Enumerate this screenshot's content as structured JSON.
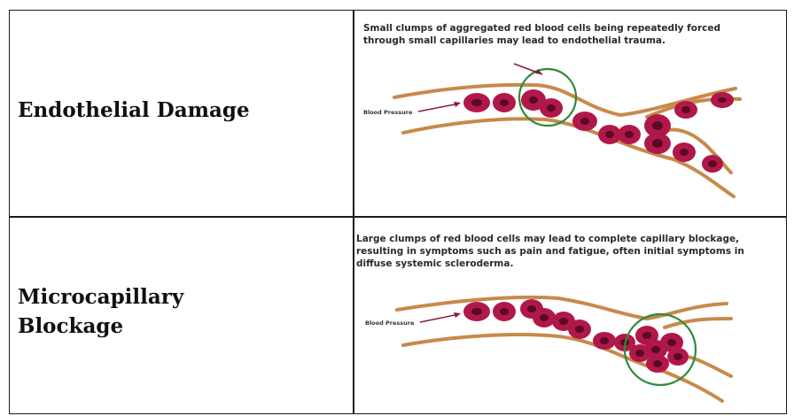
{
  "rows": [
    {
      "term": [
        "Endothelial Damage"
      ],
      "description": [
        "Small clumps of aggregated red blood cells being repeatedly forced",
        "through small capillaries may lead to endothelial trauma."
      ],
      "arrow_label": "Blood Pressure"
    },
    {
      "term": [
        "Microcapillary",
        "Blockage"
      ],
      "description": [
        "Large clumps of red blood cells may lead to complete capillary  blockage,",
        "resulting in symptoms such as pain and fatigue, often initial symptoms in",
        "diffuse systemic scleroderma."
      ],
      "arrow_label": "Blood Pressure"
    }
  ],
  "colors": {
    "vessel_wall": "#c8894a",
    "red_cell": "#b0184a",
    "red_cell_core": "#5a0a22",
    "highlight_circle": "#2e8b3a",
    "arrow": "#8b1a3a"
  }
}
